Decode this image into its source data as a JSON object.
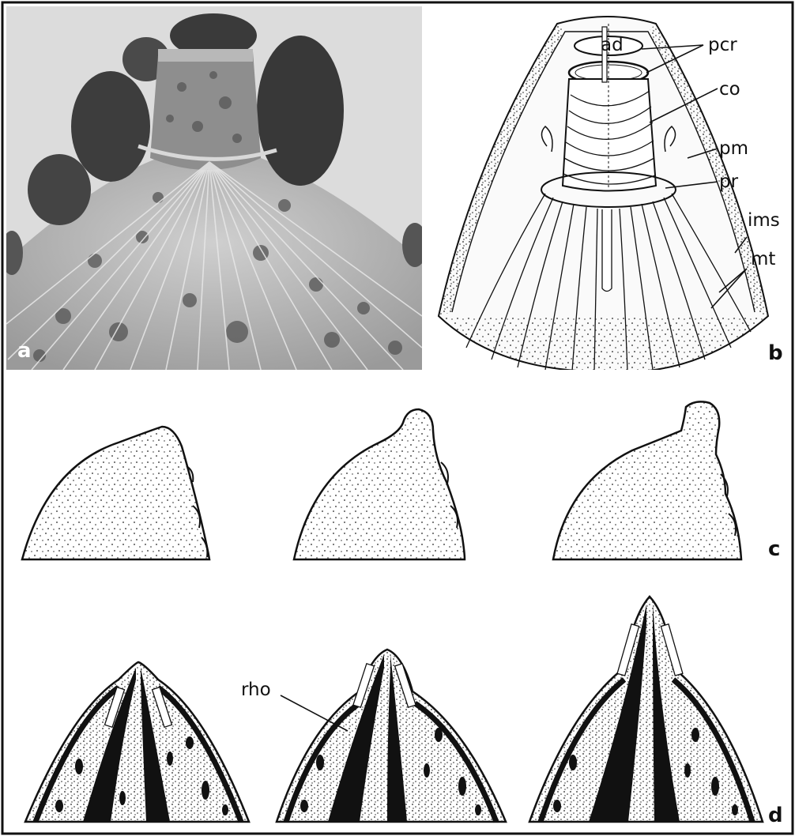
{
  "panels": {
    "a": {
      "label": "a"
    },
    "b": {
      "label": "b",
      "labels": [
        "ad",
        "pcr",
        "co",
        "pm",
        "pr",
        "ims",
        "mt"
      ]
    },
    "c": {
      "label": "c"
    },
    "d": {
      "label": "d",
      "labels": [
        "rho"
      ]
    }
  },
  "colors": {
    "ink": "#111111",
    "background": "#ffffff",
    "photo_bg": "#d8d8d8",
    "photo_dark": "#3a3a3a"
  }
}
